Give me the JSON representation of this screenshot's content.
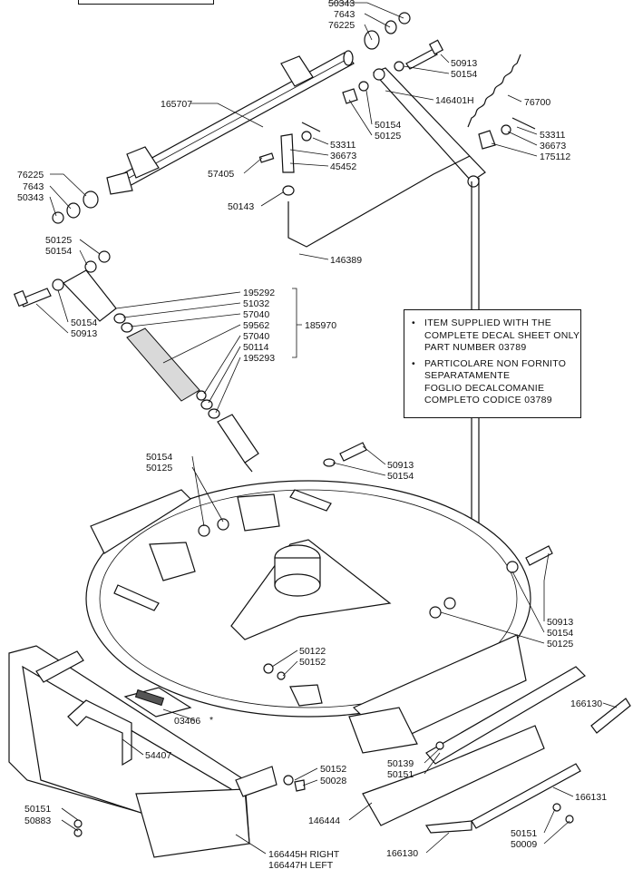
{
  "labels": {
    "p50343_top": "50343",
    "p7643_top": "7643",
    "p76225_top": "76225",
    "p50913_a": "50913",
    "p50154_a": "50154",
    "p165707": "165707",
    "p146401h": "146401H",
    "p76700": "76700",
    "p50154_b": "50154",
    "p50125_b": "50125",
    "p53311_a": "53311",
    "p36673_a": "36673",
    "p45452": "45452",
    "p53311_b": "53311",
    "p36673_b": "36673",
    "p175112": "175112",
    "p57405": "57405",
    "p76225_l": "76225",
    "p7643_l": "7643",
    "p50343_l": "50343",
    "p50143": "50143",
    "p50125_c": "50125",
    "p50154_c": "50154",
    "p146389": "146389",
    "p195292": "195292",
    "p51032": "51032",
    "p57040_a": "57040",
    "p59562": "59562",
    "p57040_b": "57040",
    "p50114": "50114",
    "p195293": "195293",
    "p185970": "185970",
    "p50154_d": "50154",
    "p50913_d": "50913",
    "p50154_e": "50154",
    "p50125_e": "50125",
    "p50913_f": "50913",
    "p50154_f": "50154",
    "p50913_g": "50913",
    "p50154_g": "50154",
    "p50125_g": "50125",
    "p50122": "50122",
    "p50152_a": "50152",
    "p03466": "03466",
    "p54407": "54407",
    "p166130_a": "166130",
    "p50139": "50139",
    "p50151_a": "50151",
    "p50152_b": "50152",
    "p50028": "50028",
    "p166131": "166131",
    "p146444": "146444",
    "p50151_b": "50151",
    "p50883": "50883",
    "p50151_c": "50151",
    "p50009": "50009",
    "p166130_b": "166130",
    "p166445h": "166445H RIGHT",
    "p166447h": "166447H LEFT"
  },
  "note": {
    "item1": [
      "ITEM SUPPLIED WITH THE",
      "COMPLETE DECAL SHEET ONLY",
      "PART NUMBER 03789"
    ],
    "item2": [
      "PARTICOLARE NON FORNITO",
      "SEPARATAMENTE",
      "FOGLIO DECALCOMANIE",
      "COMPLETO CODICE 03789"
    ]
  },
  "decal_marker": "*"
}
